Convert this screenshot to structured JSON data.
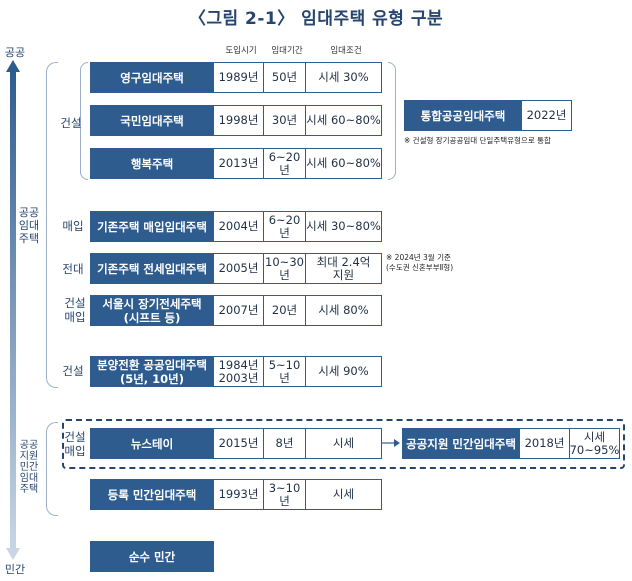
{
  "title": "〈그림 2-1〉 임대주택 유형 구분",
  "headers": {
    "col1": "도입시기",
    "col2": "임대기간",
    "col3": "임대조건"
  },
  "axis": {
    "top": "공공",
    "bottom": "민간"
  },
  "side_labels": {
    "public_housing": "공공\n임대\n주택",
    "public_support": "공공\n지원\n민간\n임대\n주택"
  },
  "groups": {
    "construction": "건설",
    "purchase": "매입",
    "jeonse": "전대",
    "construction_purchase": "건설\n매입",
    "construction2": "건설",
    "construction_purchase2": "건설\n매입"
  },
  "rows": [
    {
      "name": "영구임대주택",
      "year": "1989년",
      "period": "50년",
      "condition": "시세 30%"
    },
    {
      "name": "국민임대주택",
      "year": "1998년",
      "period": "30년",
      "condition": "시세 60~80%"
    },
    {
      "name": "행복주택",
      "year": "2013년",
      "period": "6~20년",
      "condition": "시세 60~80%"
    },
    {
      "name": "기존주택 매입임대주택",
      "year": "2004년",
      "period": "6~20년",
      "condition": "시세 30~80%"
    },
    {
      "name": "기존주택 전세임대주택",
      "year": "2005년",
      "period": "10~30년",
      "condition": "최대 2.4억\n지원"
    },
    {
      "name": "서울시 장기전세주택\n(시프트 등)",
      "year": "2007년",
      "period": "20년",
      "condition": "시세 80%"
    },
    {
      "name": "분양전환 공공임대주택\n(5년, 10년)",
      "year": "1984년\n2003년",
      "period": "5~10년",
      "condition": "시세 90%"
    },
    {
      "name": "뉴스테이",
      "year": "2015년",
      "period": "8년",
      "condition": "시세"
    },
    {
      "name": "등록 민간임대주택",
      "year": "1993년",
      "period": "3~10년",
      "condition": "시세"
    },
    {
      "name": "순수 민간"
    }
  ],
  "integrated": {
    "name": "통합공공임대주택",
    "year": "2022년"
  },
  "integrated_note": "※ 건설형 장기공공임대 단일주택유형으로  통합",
  "jeonse_note": "※ 2024년 3월 기준\n(수도권 신혼부부Ⅱ형)",
  "public_support": {
    "name": "공공지원 민간임대주택",
    "year": "2018년",
    "condition": "시세\n70~95%"
  },
  "colors": {
    "navy": "#2e5c8f",
    "title": "#26456e",
    "border": "#2e5c8f"
  }
}
